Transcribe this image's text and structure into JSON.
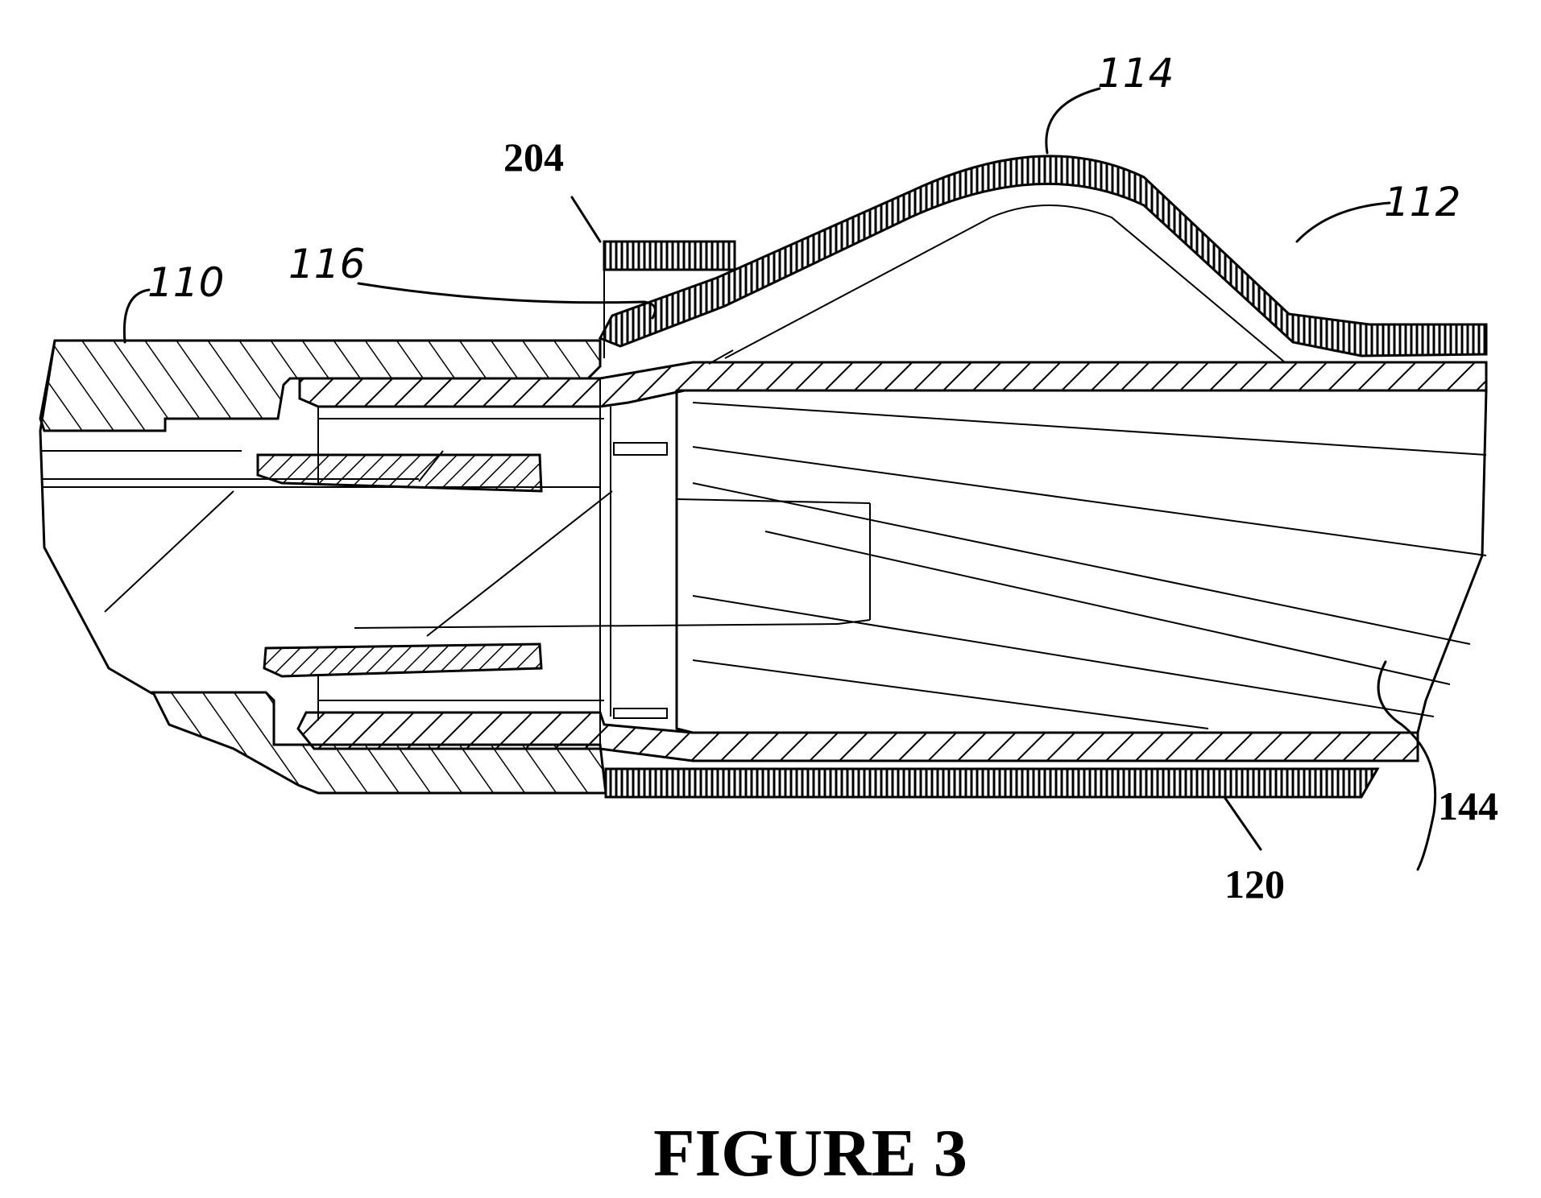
{
  "figure": {
    "caption": "FIGURE 3",
    "labels": {
      "l110": "110",
      "l116": "116",
      "l204": "204",
      "l114": "114",
      "l112": "112",
      "l144": "144",
      "l120": "120"
    }
  }
}
